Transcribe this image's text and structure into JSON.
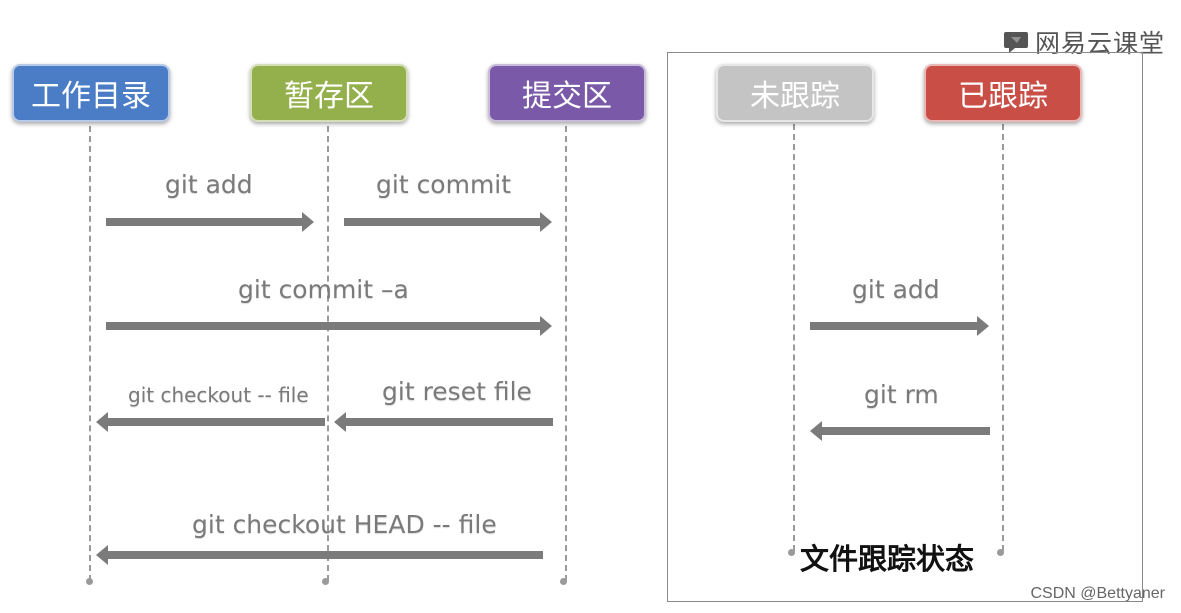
{
  "logo": {
    "text": "网易云课堂",
    "icon": "chat-bubble-icon"
  },
  "watermark": "CSDN @Bettyaner",
  "areas": {
    "workdir": "工作目录",
    "stage": "暂存区",
    "commit": "提交区"
  },
  "tracking": {
    "untracked": "未跟踪",
    "tracked": "已跟踪",
    "caption": "文件跟踪状态"
  },
  "commands": {
    "add": "git add",
    "commit": "git commit",
    "commit_a": "git commit –a",
    "checkout_file": "git checkout -- file",
    "reset_file": "git reset file",
    "checkout_head": "git checkout HEAD -- file",
    "track_add": "git add",
    "rm": "git rm"
  },
  "colors": {
    "workdir": "#4b7cc6",
    "stage": "#93b04c",
    "commit": "#7a5aa8",
    "untracked": "#c4c4c4",
    "tracked": "#c94e46",
    "arrow": "#7b7b7b"
  }
}
